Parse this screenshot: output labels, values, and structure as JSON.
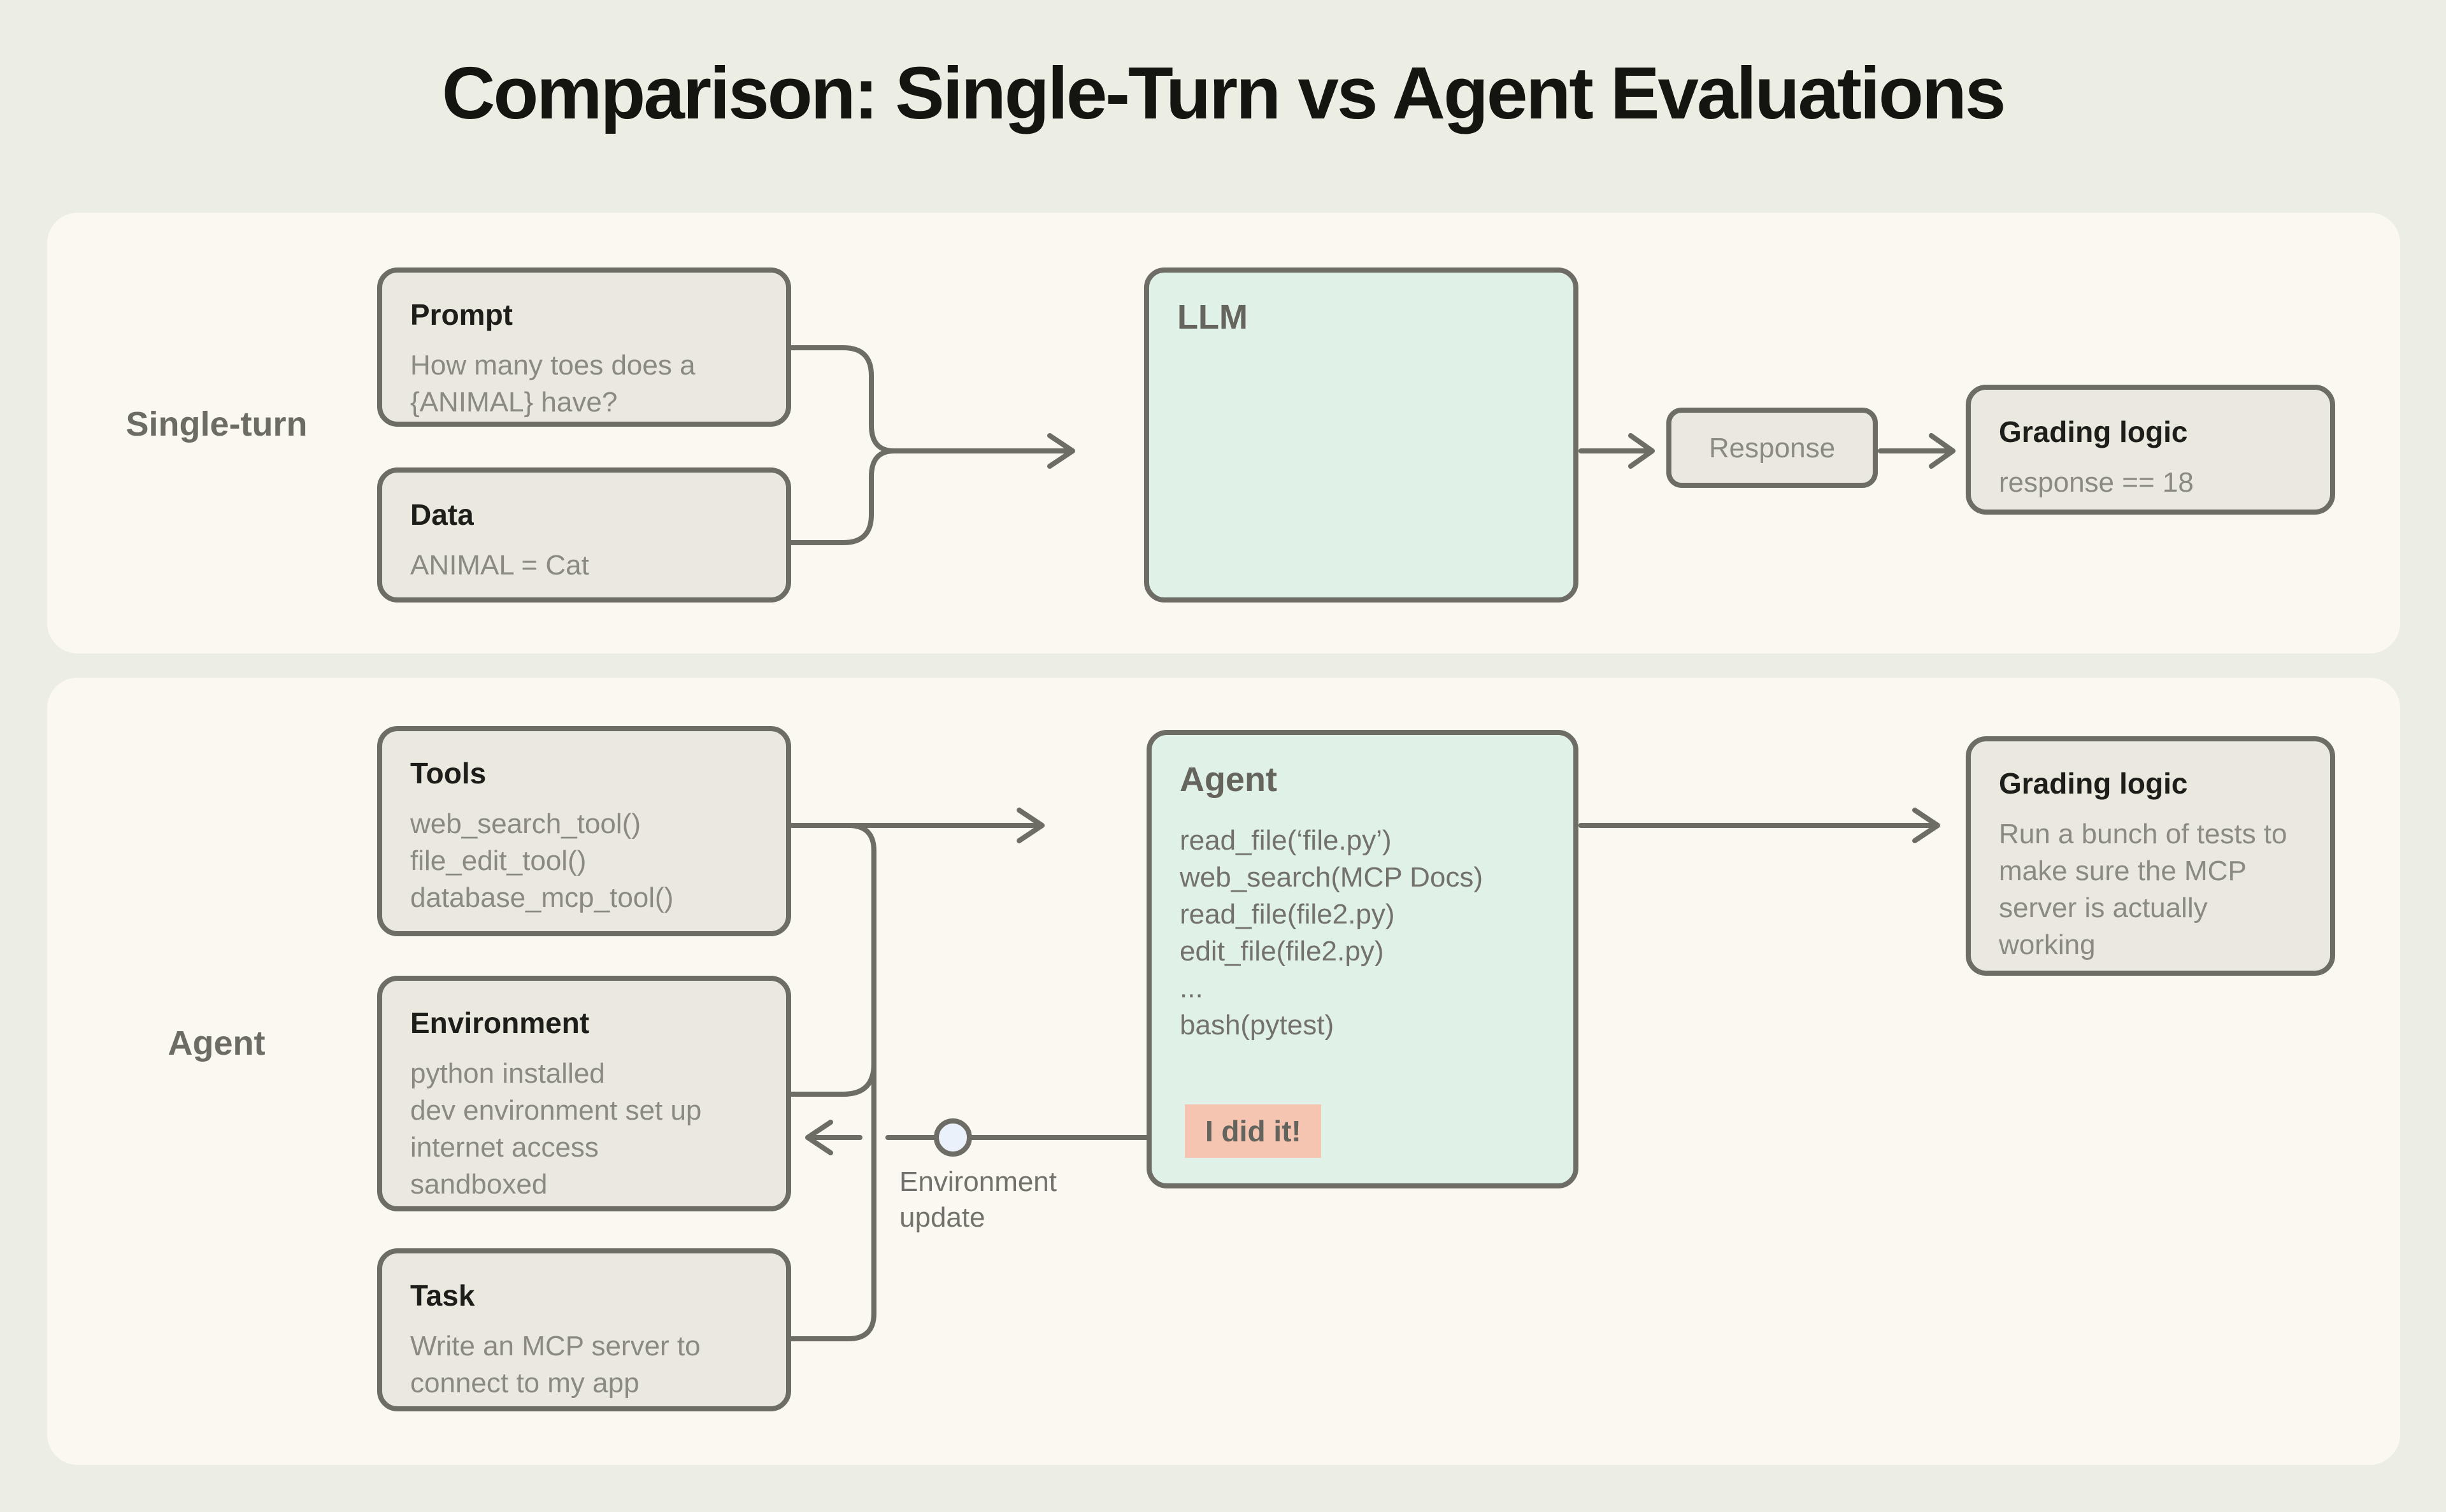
{
  "title": "Comparison: Single-Turn vs Agent Evaluations",
  "single_turn": {
    "label": "Single-turn",
    "prompt": {
      "heading": "Prompt",
      "body": "How many toes does a {ANIMAL} have?"
    },
    "data_box": {
      "heading": "Data",
      "body": "ANIMAL = Cat"
    },
    "llm": {
      "heading": "LLM"
    },
    "response_label": "Response",
    "grading": {
      "heading": "Grading logic",
      "body": "response == 18"
    }
  },
  "agent": {
    "label": "Agent",
    "tools": {
      "heading": "Tools",
      "lines": [
        "web_search_tool()",
        "file_edit_tool()",
        "database_mcp_tool()"
      ]
    },
    "environment": {
      "heading": "Environment",
      "lines": [
        "python installed",
        "dev environment set up",
        "internet access",
        "sandboxed"
      ]
    },
    "task": {
      "heading": "Task",
      "body": "Write an MCP server to connect to my app"
    },
    "agent_box": {
      "heading": "Agent",
      "calls": [
        "read_file(‘file.py’)",
        "web_search(MCP Docs)",
        "read_file(file2.py)",
        "edit_file(file2.py)",
        "...",
        "bash(pytest)"
      ],
      "badge": "I did it!"
    },
    "environment_update_label": "Environment update",
    "grading": {
      "heading": "Grading logic",
      "body": "Run a bunch of tests to make sure the MCP server is actually working"
    }
  },
  "icons": {
    "arrow_right": "arrow-right-icon",
    "arrow_left": "arrow-left-icon",
    "neural_network": "neural-network-icon",
    "environment_update_node": "environment-update-node-icon"
  },
  "colors": {
    "page_bg": "#edeee3",
    "panel_bg": "#faf8f1",
    "box_bg": "#ebe9df",
    "box_border": "#6d6d66",
    "mint_bg": "#e0f1e8",
    "node_fill": "#a9dfc6",
    "badge_bg": "#f6c5b1",
    "circle_fill": "#eaf1fb",
    "heading_text": "#1d1d1a",
    "body_text": "#8a8a81",
    "muted_text": "#72726b"
  }
}
